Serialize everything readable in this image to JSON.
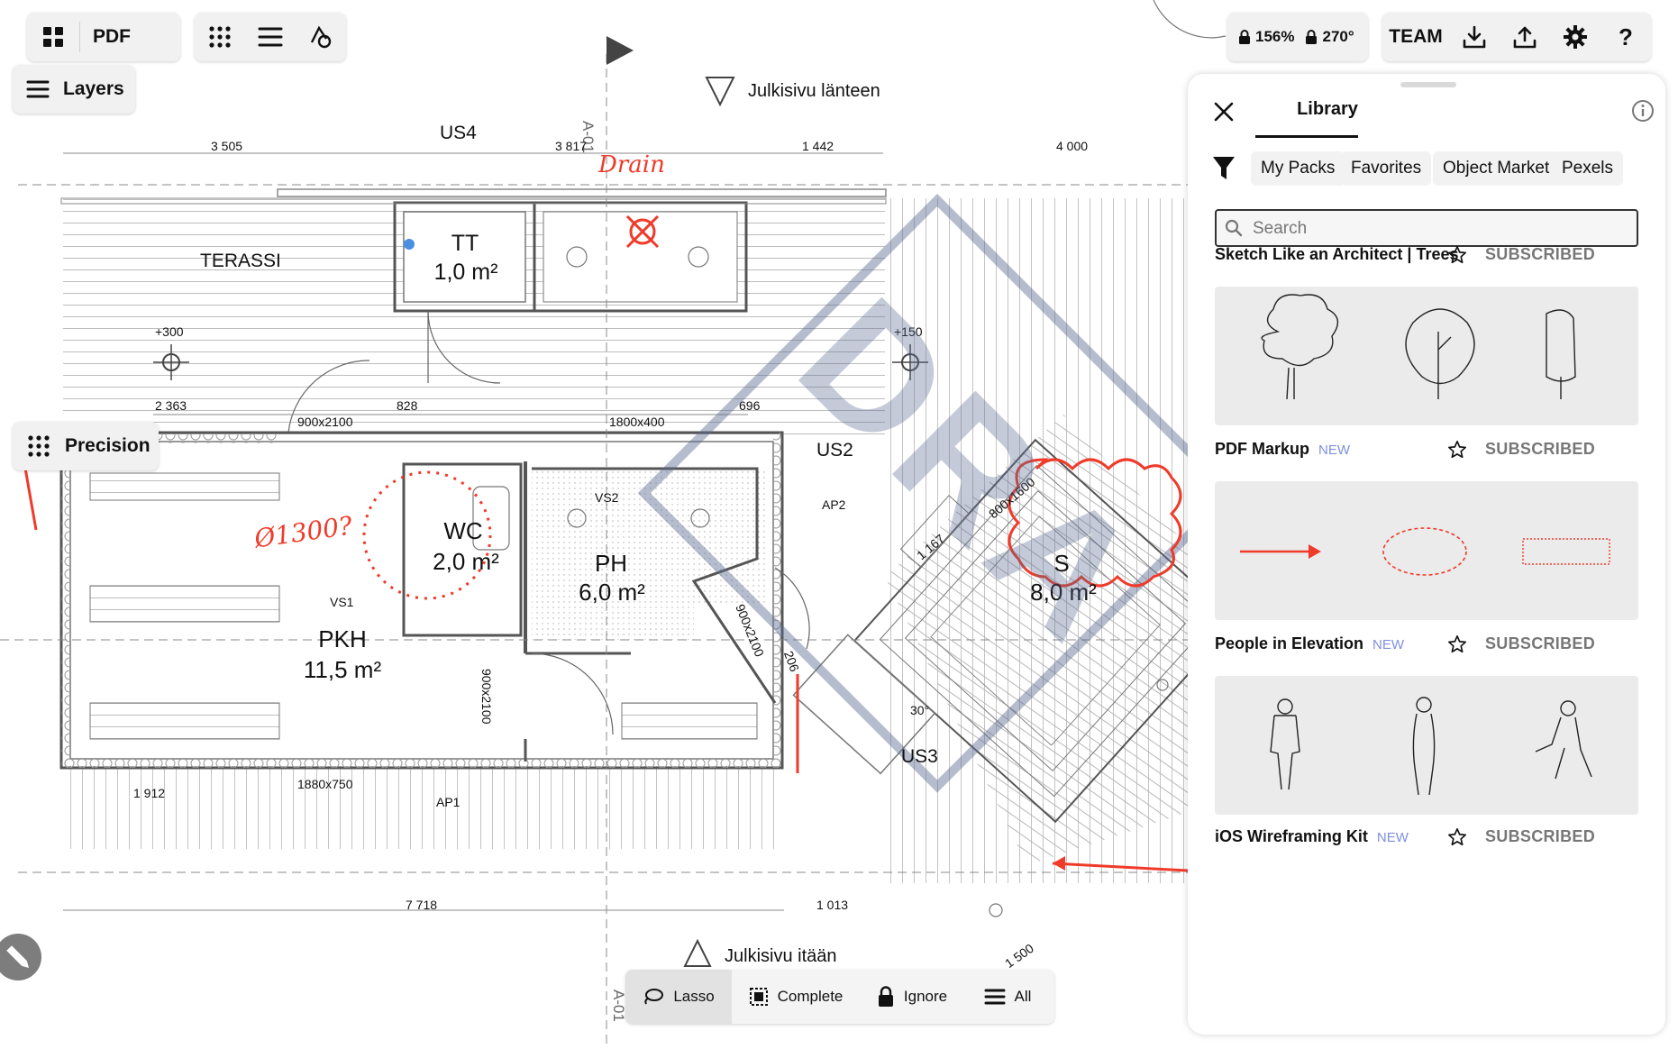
{
  "toolbar": {
    "pdf_label": "PDF",
    "layers_label": "Layers",
    "precision_label": "Precision",
    "zoom": "156%",
    "rotation": "270°",
    "team_label": "TEAM"
  },
  "drawing": {
    "rooms": [
      {
        "name": "TERASSI",
        "area": ""
      },
      {
        "name": "TT",
        "area": "1,0 m²"
      },
      {
        "name": "WC",
        "area": "2,0 m²"
      },
      {
        "name": "PH",
        "area": "6,0 m²"
      },
      {
        "name": "PKH",
        "area": "11,5 m²"
      },
      {
        "name": "S",
        "area": "8,0 m²"
      }
    ],
    "sections": [
      "US4",
      "US2",
      "US3",
      "A-01",
      "A-01"
    ],
    "elevation_top": "Julkisivu länteen",
    "elevation_bottom": "Julkisivu itään",
    "dimensions": [
      "3 505",
      "3 817",
      "1 442",
      "4 000",
      "2 363",
      "828",
      "696",
      "900x2100",
      "1800x400",
      "1 912",
      "1880x750",
      "7 718",
      "1 013",
      "900x2100",
      "900x2100",
      "206",
      "800x1600",
      "1 167",
      "1 500",
      "30°",
      "+300",
      "+150"
    ],
    "labels": [
      "VS2",
      "AP2",
      "VS1",
      "AP1"
    ],
    "markup": [
      "Drain",
      "Ø1300?"
    ],
    "watermark": "DRA"
  },
  "bottom_bar": {
    "lasso": "Lasso",
    "complete": "Complete",
    "ignore": "Ignore",
    "all": "All"
  },
  "library": {
    "title": "Library",
    "chips": [
      "My Packs",
      "Favorites",
      "Object Market",
      "Pexels"
    ],
    "search_placeholder": "Search",
    "packs": [
      {
        "title": "Sketch Like an Architect | Trees",
        "badge": "",
        "status": "SUBSCRIBED"
      },
      {
        "title": "PDF Markup",
        "badge": "NEW",
        "status": "SUBSCRIBED"
      },
      {
        "title": "People in Elevation",
        "badge": "NEW",
        "status": "SUBSCRIBED"
      },
      {
        "title": "iOS Wireframing Kit",
        "badge": "NEW",
        "status": "SUBSCRIBED"
      }
    ]
  },
  "colors": {
    "accent": "#f03a2a",
    "watermark": "#5a6a90",
    "new_badge": "#7f8fe0",
    "selection_dot": "#4a90e2"
  }
}
